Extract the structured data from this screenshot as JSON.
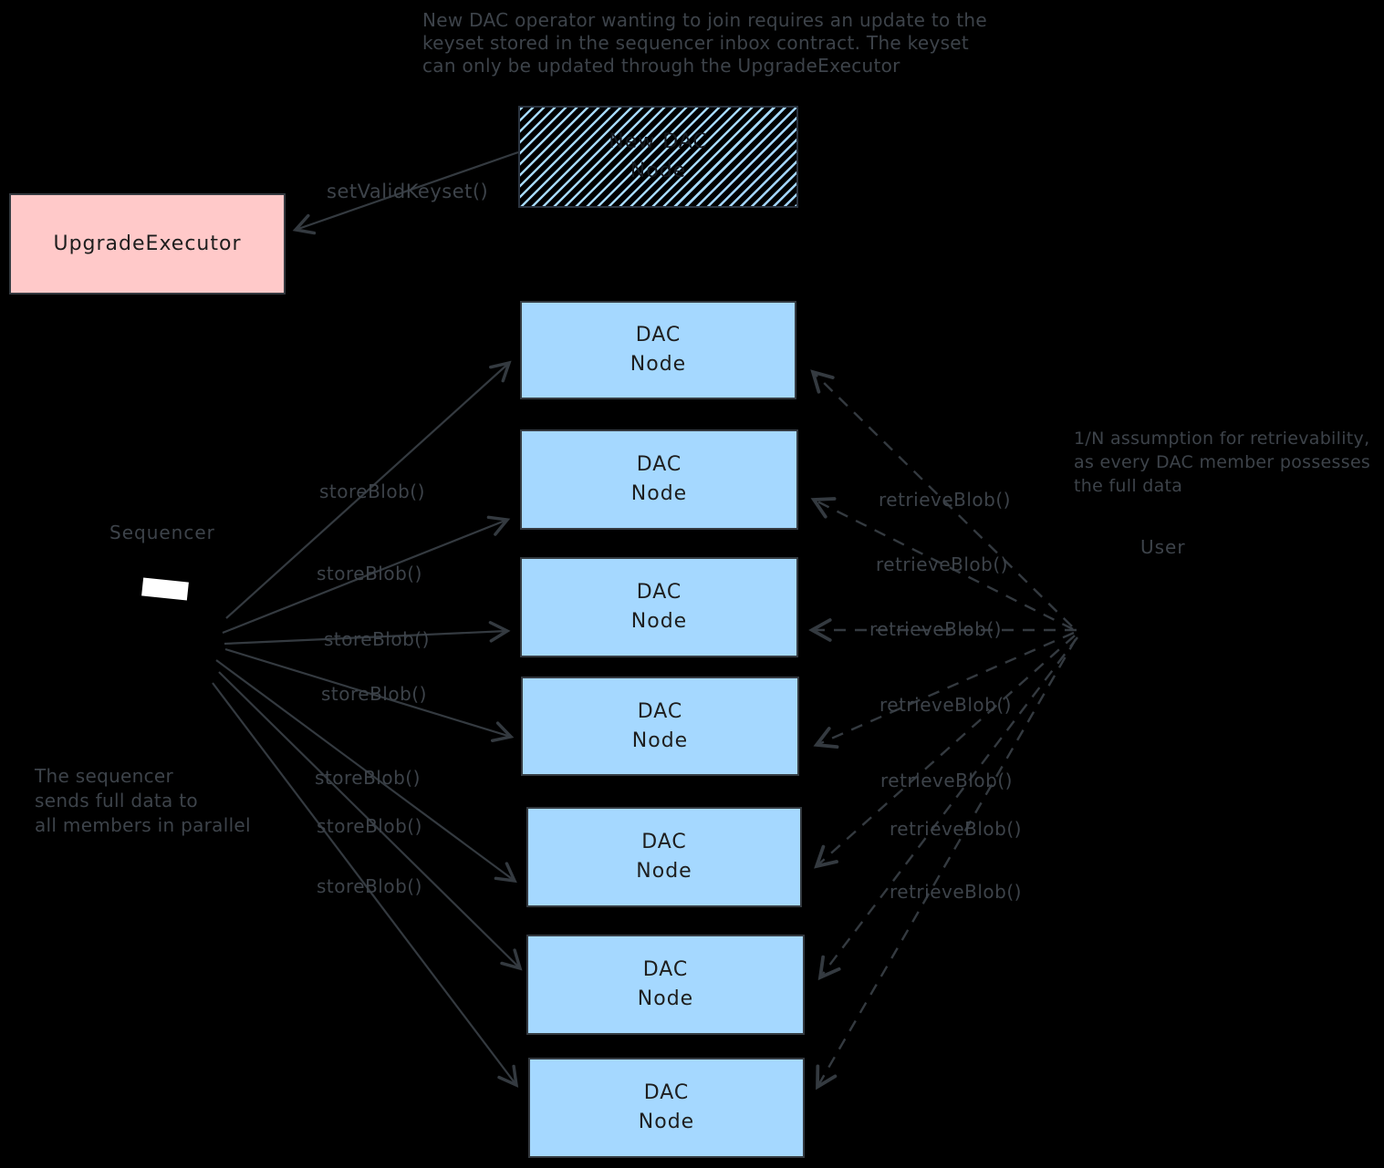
{
  "notes": {
    "top_lines": [
      "New DAC operator wanting to join requires an update to the",
      "keyset stored in the sequencer inbox contract. The keyset",
      "can only be updated through the UpgradeExecutor"
    ],
    "right_lines": [
      "1/N assumption for retrievability,",
      "as every DAC member possesses",
      "the full data"
    ],
    "left_lines": [
      "The sequencer",
      "sends full data to",
      "all members in parallel"
    ]
  },
  "boxes": {
    "upgrade_executor": "UpgradeExecutor",
    "new_dac_node": {
      "line1": "New DAC",
      "line2": "Node"
    }
  },
  "dac_nodes": [
    {
      "line1": "DAC",
      "line2": "Node"
    },
    {
      "line1": "DAC",
      "line2": "Node"
    },
    {
      "line1": "DAC",
      "line2": "Node"
    },
    {
      "line1": "DAC",
      "line2": "Node"
    },
    {
      "line1": "DAC",
      "line2": "Node"
    },
    {
      "line1": "DAC",
      "line2": "Node"
    },
    {
      "line1": "DAC",
      "line2": "Node"
    }
  ],
  "actors": {
    "sequencer": "Sequencer",
    "user": "User"
  },
  "calls": {
    "set_valid_keyset": "setValidKeyset()",
    "store": [
      "storeBlob()",
      "storeBlob()",
      "storeBlob()",
      "storeBlob()",
      "storeBlob()",
      "storeBlob()",
      "storeBlob()"
    ],
    "retrieve": [
      "retrieveBlob()",
      "retrieveBlob()",
      "retrieveBlob()",
      "retrieveBlob()",
      "retrieveBlob()",
      "retrieveBlob()",
      "retrieveBlob()"
    ]
  },
  "colors": {
    "background": "#000000",
    "dac_node_fill": "#a5d8ff",
    "upgrade_executor_fill": "#ffc9c9",
    "stroke": "#343a40",
    "box_text": "#1e1e1e",
    "sequencer_screen": "#ffffff"
  }
}
